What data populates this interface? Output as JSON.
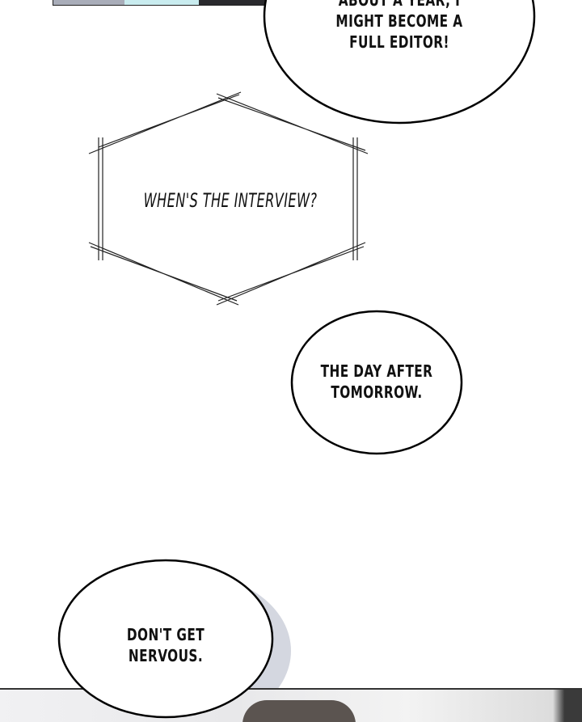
{
  "bubbles": {
    "top": {
      "lines": [
        "ABOUT A YEAR, I",
        "MIGHT BECOME A",
        "FULL EDITOR!"
      ]
    },
    "hexagon": {
      "text": "WHEN'S THE INTERVIEW?"
    },
    "middle": {
      "lines": [
        "THE DAY AFTER",
        "TOMORROW."
      ]
    },
    "bottom": {
      "lines": [
        "DON'T GET",
        "NERVOUS."
      ]
    }
  },
  "colors": {
    "panel_blue_grey": "#a9adb9",
    "panel_cyan": "#c9ecef",
    "panel_dark": "#2a2a2e"
  }
}
